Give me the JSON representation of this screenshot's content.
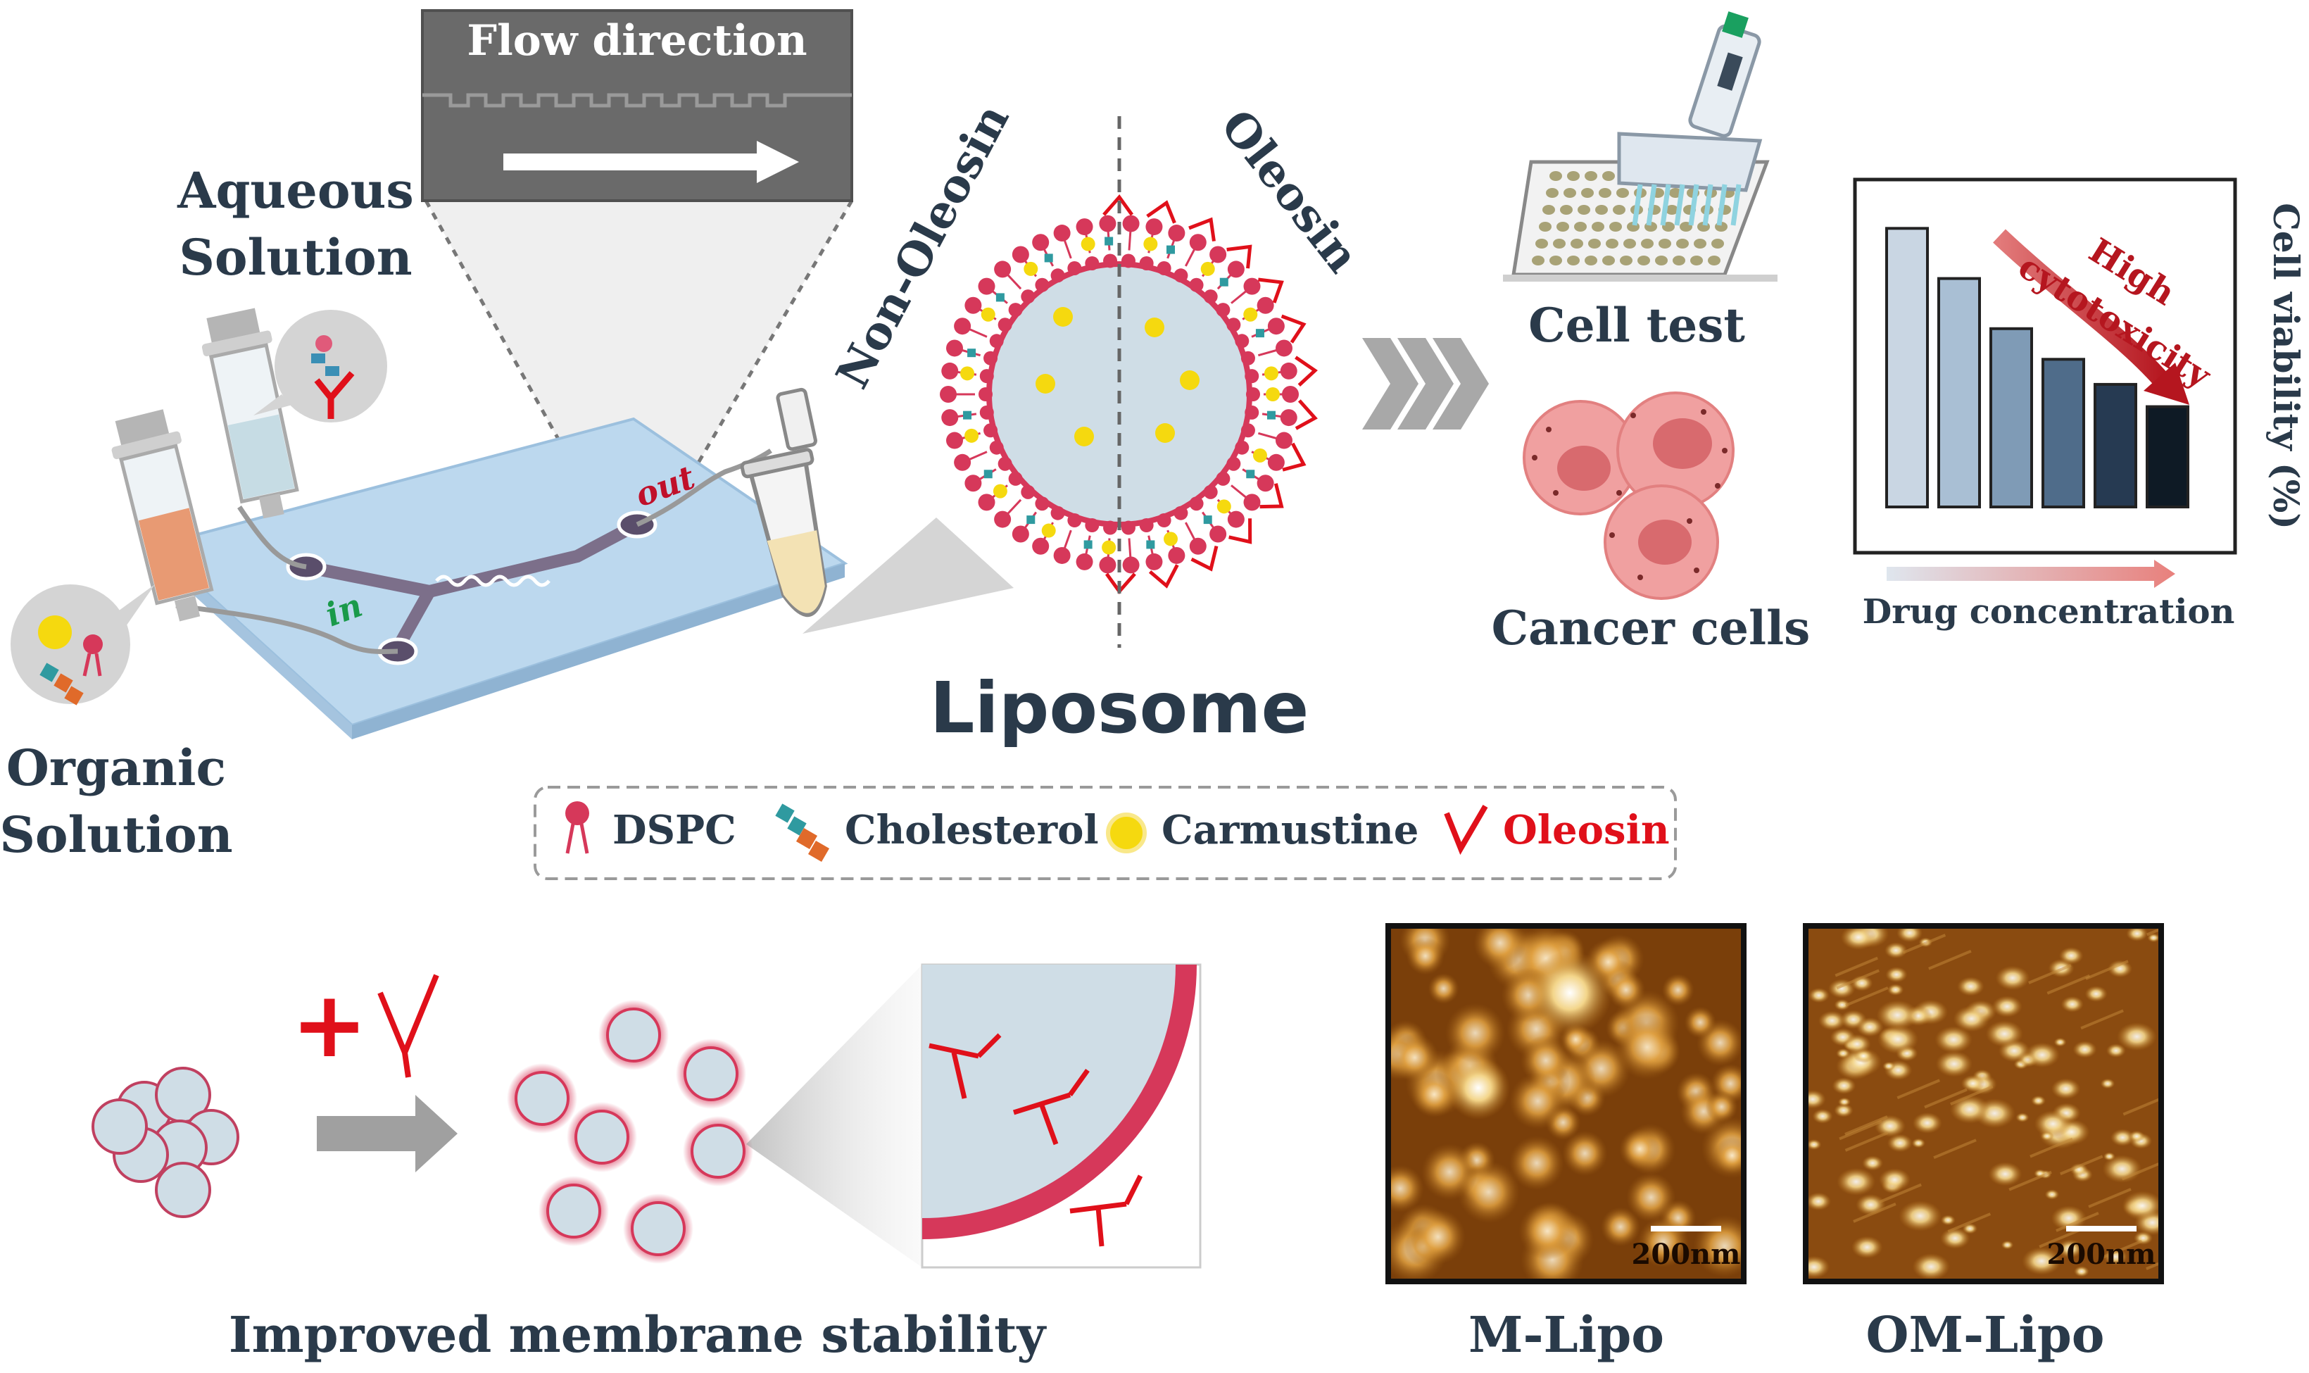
{
  "microfluidics": {
    "flow_direction": "Flow direction",
    "aqueous": [
      "Aqueous",
      "Solution"
    ],
    "organic": [
      "Organic",
      "Solution"
    ],
    "inlet": "in",
    "outlet": "out"
  },
  "liposome": {
    "title": "Liposome",
    "left_half": "Non-Oleosin",
    "right_half": "Oleosin"
  },
  "legend": {
    "dspc": "DSPC",
    "cholesterol": "Cholesterol",
    "carmustine": "Carmustine",
    "oleosin": "Oleosin"
  },
  "cell_section": {
    "cell_test": "Cell test",
    "cancer_cells": "Cancer cells"
  },
  "chart_data": {
    "type": "bar",
    "ylabel": "Cell viability (%)",
    "xlabel": "Drug concentration",
    "annotation": [
      "High",
      "cytotoxicity"
    ],
    "values": [
      100,
      82,
      64,
      53,
      44,
      36
    ],
    "ylim": [
      0,
      115
    ],
    "bar_colors": [
      "#c9d6e3",
      "#a9bfd4",
      "#7f9bb6",
      "#4f6c8a",
      "#263a52",
      "#0e1a25"
    ]
  },
  "stability": {
    "caption": "Improved membrane stability",
    "plus": "+"
  },
  "afm": {
    "left_label": "M-Lipo",
    "right_label": "OM-Lipo",
    "scale_left": "200nm",
    "scale_right": "200nm"
  },
  "colors": {
    "lipid_head": "#d6385a",
    "oleosin": "#e0101a",
    "carmustine": "#f5d90f",
    "cholesterol_a": "#2f9aa0",
    "cholesterol_b": "#e06a2a",
    "chip": "#bcd8ee"
  }
}
